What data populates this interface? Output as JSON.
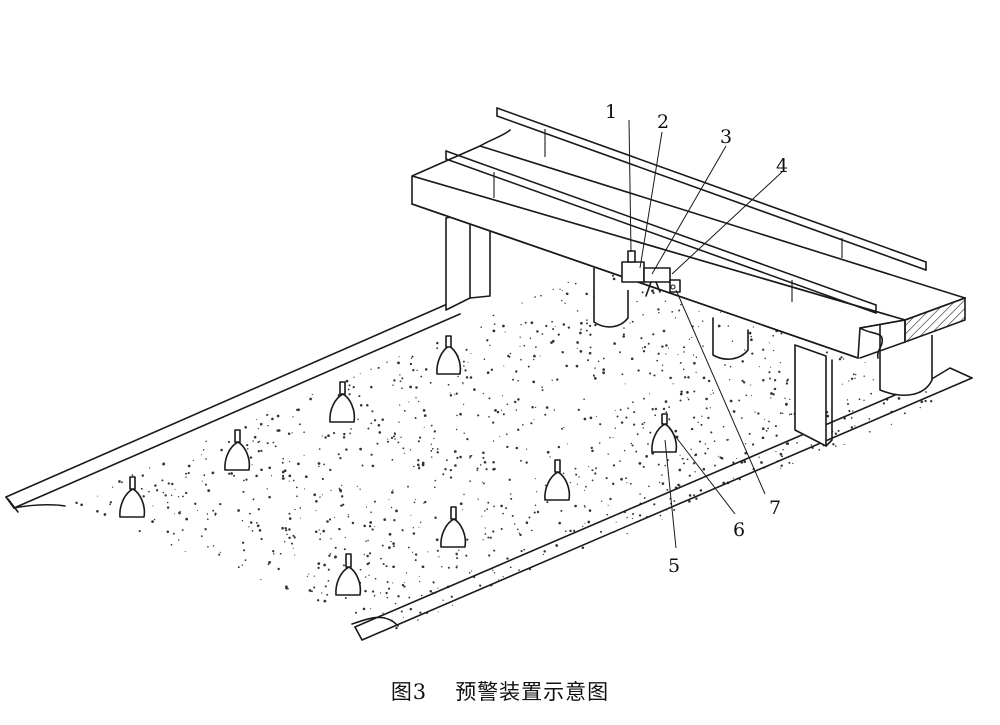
{
  "figure": {
    "callouts": [
      "1",
      "2",
      "3",
      "4",
      "5",
      "6",
      "7"
    ],
    "caption": {
      "number": "图3",
      "title": "预警装置示意图"
    }
  }
}
